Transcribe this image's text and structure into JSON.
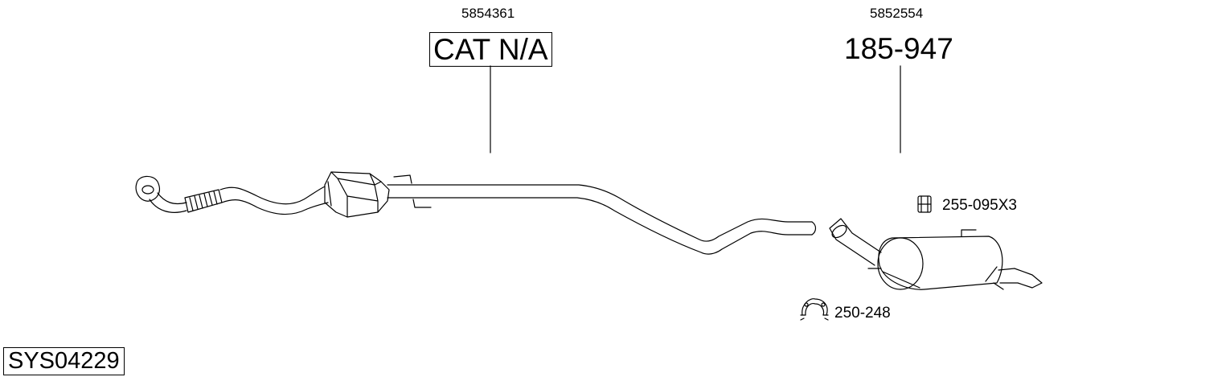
{
  "parts": {
    "front": {
      "oem": "5854361",
      "number": "CAT N/A"
    },
    "rear": {
      "oem": "5852554",
      "number": "185-947"
    },
    "rubber_mount": {
      "number": "255-095X3",
      "icon": "rubber-mount-icon"
    },
    "clamp": {
      "number": "250-248",
      "icon": "clamp-icon"
    }
  },
  "system_id": "SYS04229"
}
